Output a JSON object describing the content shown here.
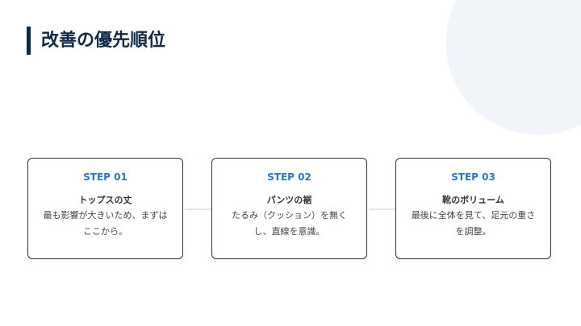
{
  "title": "改善の優先順位",
  "steps": [
    {
      "step": "STEP 01",
      "heading": "トップスの丈",
      "text": "最も影響が大きいため、まずはここから。"
    },
    {
      "step": "STEP 02",
      "heading": "パンツの裾",
      "text": "たるみ（クッション）を無くし、直線を意識。"
    },
    {
      "step": "STEP 03",
      "heading": "靴のボリューム",
      "text": "最後に全体を見て、足元の重さを調整。"
    }
  ],
  "colors": {
    "accent": "#1f7ad1",
    "navy": "#0e2a47"
  }
}
